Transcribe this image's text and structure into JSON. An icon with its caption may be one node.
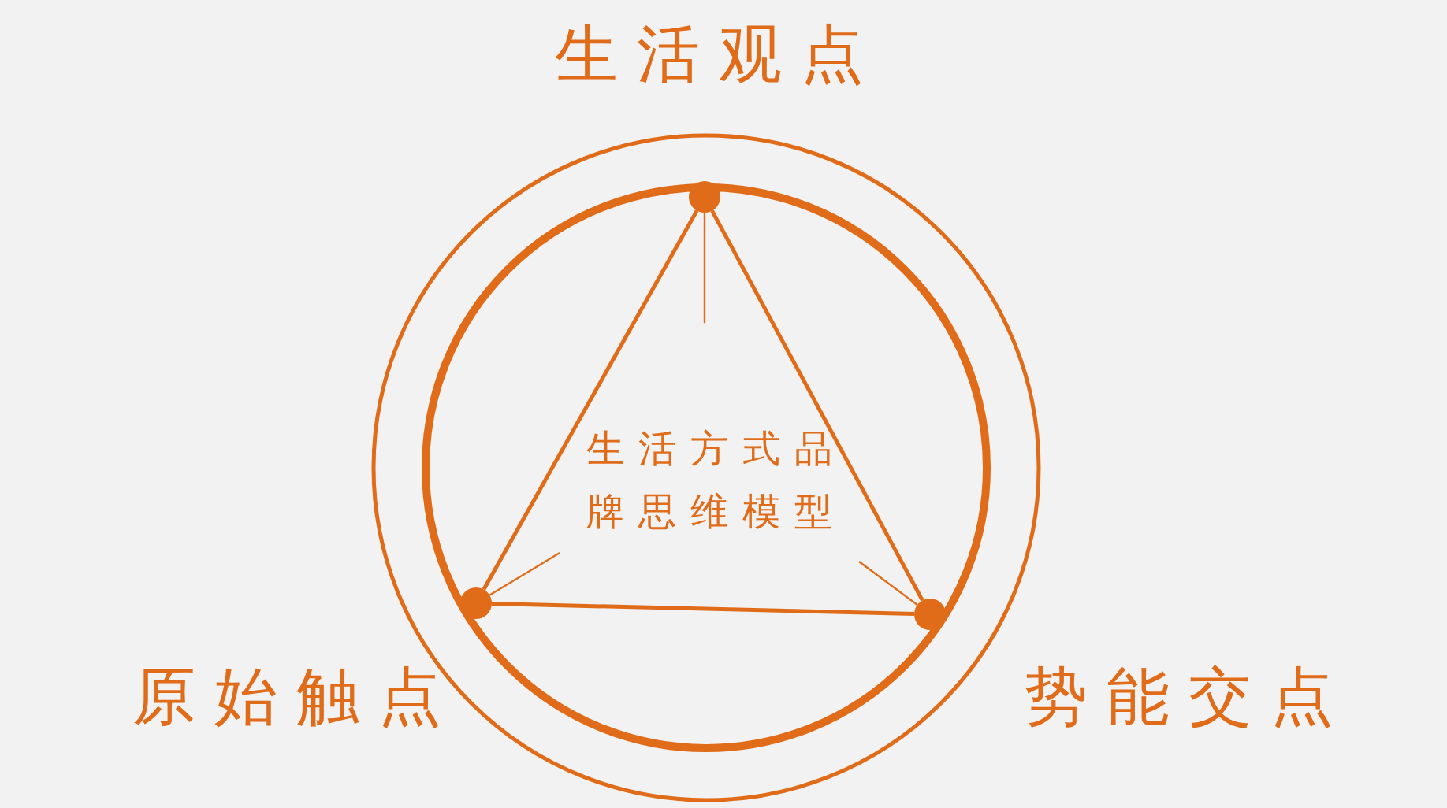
{
  "diagram": {
    "nodes": [
      {
        "text": [
          "生活方式品牌思维模型"
        ]
      },
      {
        "text": [],
        "shape": "circle",
        "beside": [
          "生活观点"
        ]
      },
      {
        "text": [],
        "shape": "circle",
        "beside": [
          "原始触点"
        ]
      },
      {
        "text": [],
        "shape": "circle",
        "beside": [
          "势能交点"
        ]
      }
    ],
    "edges": [
      {
        "from": 1,
        "to": 2,
        "arrow": "none"
      },
      {
        "from": 2,
        "to": 3,
        "arrow": "none"
      },
      {
        "from": 3,
        "to": 1,
        "arrow": "none"
      },
      {
        "from": 1,
        "to": 0,
        "arrow": "none"
      },
      {
        "from": 2,
        "to": 0,
        "arrow": "none"
      },
      {
        "from": 3,
        "to": 0,
        "arrow": "none"
      }
    ]
  }
}
